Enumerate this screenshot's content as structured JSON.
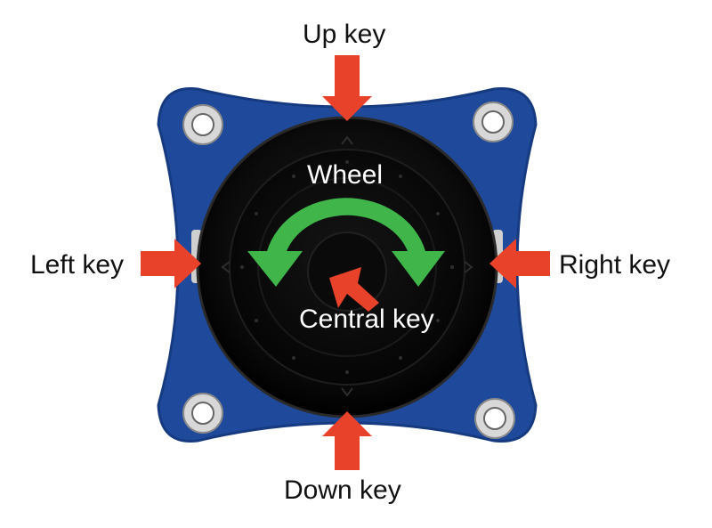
{
  "labels": {
    "up": "Up key",
    "down": "Down key",
    "left": "Left key",
    "right": "Right key",
    "wheel": "Wheel",
    "central": "Central key"
  },
  "colors": {
    "board": "#1f4a9c",
    "board_edge": "#163a80",
    "pointer_arrow": "#e8432a",
    "wheel_arrow": "#3fb54a",
    "knob": "#0b0b0b",
    "background": "#ffffff"
  },
  "icons": {
    "mount_hole": "mount-hole-icon",
    "direction_marks": "chevron-icon"
  }
}
